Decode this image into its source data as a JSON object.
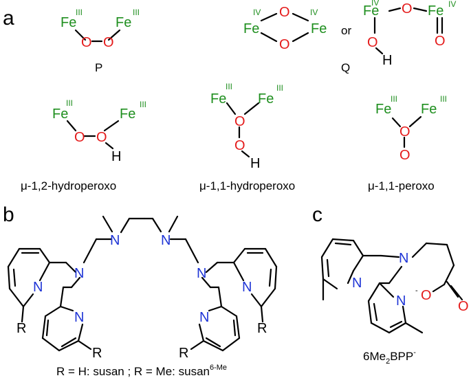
{
  "panels": {
    "a": "a",
    "b": "b",
    "c": "c"
  },
  "atoms": {
    "fe": "Fe",
    "o": "O",
    "h": "H",
    "n": "N",
    "r": "R",
    "minus": "-"
  },
  "ox_states": {
    "three": "III",
    "four": "IV"
  },
  "labels": {
    "p": "P",
    "q": "Q",
    "or": "or",
    "hydroperoxo12": "μ-1,2-hydroperoxo",
    "hydroperoxo11": "μ-1,1-hydroperoxo",
    "peroxo11": "μ-1,1-peroxo"
  },
  "ligand_b": {
    "caption_part1": "R = H: susan ;    R = Me: susan",
    "caption_sup": "6-Me"
  },
  "ligand_c": {
    "caption_prefix": "6Me",
    "caption_sub": "2",
    "caption_suffix": "BPP",
    "caption_sup": "-"
  },
  "colors": {
    "iron": "#1f8f1f",
    "oxygen": "#e41a1a",
    "nitrogen": "#1f35d6",
    "bond": "#000000"
  }
}
